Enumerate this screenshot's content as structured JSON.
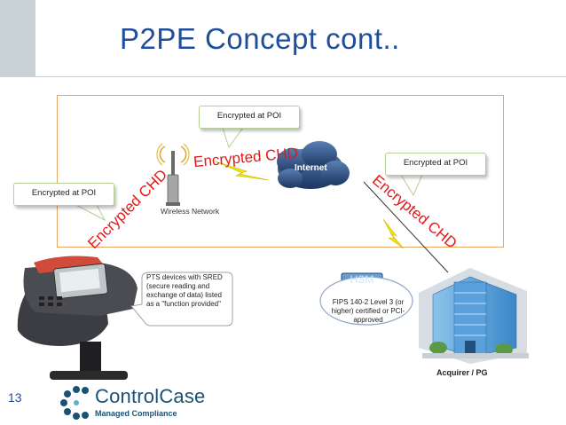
{
  "slide": {
    "title": "P2PE Concept cont..",
    "number": "13"
  },
  "callouts": {
    "left": "Encrypted at POI",
    "top": "Encrypted at POI",
    "right": "Encrypted at POI"
  },
  "encrypted_labels": {
    "left": "Encrypted CHD",
    "middle": "Encrypted CHD",
    "right": "Encrypted CHD"
  },
  "nodes": {
    "wireless": "Wireless Network",
    "internet": "Internet",
    "hsm": "HSM",
    "acquirer": "Acquirer / PG"
  },
  "notes": {
    "pts": "PTS devices with SRED (secure reading and exchange of data) listed as a \"function provided\"",
    "fips": "FIPS 140-2 Level 3 (or higher) certified or PCI-approved"
  },
  "logo": {
    "name": "ControlCase",
    "tagline": "Managed Compliance"
  },
  "colors": {
    "title": "#1f4e9c",
    "encrypted": "#e11919",
    "frame": "#e7a463",
    "lightning": "#f3e600"
  }
}
